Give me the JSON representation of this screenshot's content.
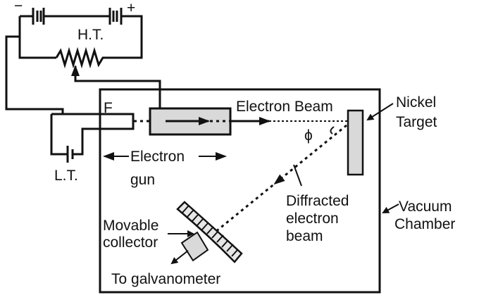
{
  "labels": {
    "minus": "−",
    "plus": "+",
    "ht": "H.T.",
    "lt": "L.T.",
    "filament": "F",
    "electron_gun_line1": "Electron",
    "electron_gun_line2": "gun",
    "electron_beam": "Electron Beam",
    "angle": "ϕ",
    "nickel_target_line1": "Nickel",
    "nickel_target_line2": "Target",
    "diffracted_line1": "Diffracted",
    "diffracted_line2": "electron",
    "diffracted_line3": "beam",
    "vacuum_line1": "Vacuum",
    "vacuum_line2": "Chamber",
    "collector_line1": "Movable",
    "collector_line2": "collector",
    "galvanometer": "To galvanometer"
  },
  "colors": {
    "component_fill": "#d9d9d9",
    "line": "#111111"
  }
}
